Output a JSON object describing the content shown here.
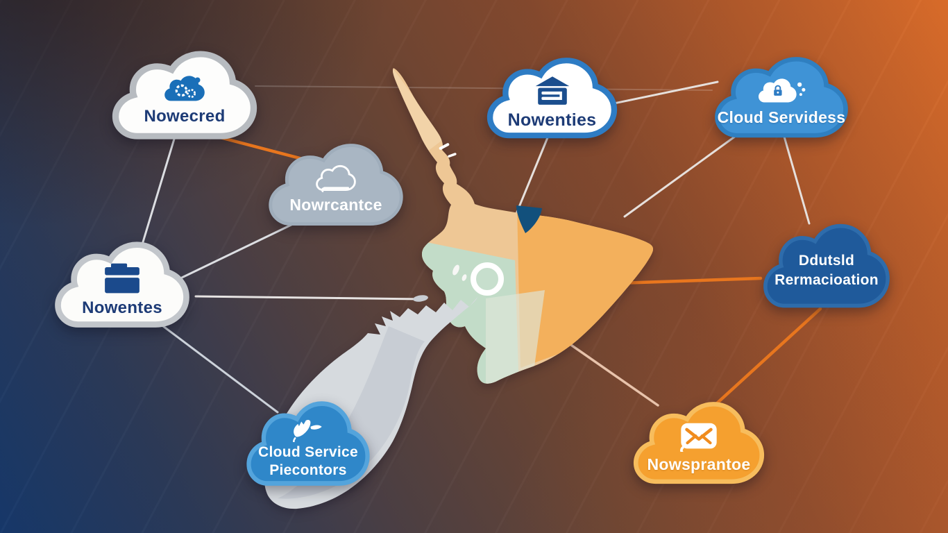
{
  "nodes": [
    {
      "id": "nowecred",
      "label": "Nowecred",
      "icon": "cloud-sync-gear-icon",
      "shape": "cloud",
      "fill": "#fdfdfc",
      "border": "#b7bbc0",
      "text_color": "#1d3b76"
    },
    {
      "id": "nowenties",
      "label": "Nowenties",
      "icon": "garage-home-icon",
      "shape": "cloud",
      "fill": "#ffffff",
      "border": "#2e7cc4",
      "text_color": "#1d3b76"
    },
    {
      "id": "cloud-servidess",
      "label": "Cloud Servidess",
      "icon": "cloud-lock-icon",
      "shape": "cloud",
      "fill": "#3f93d6",
      "border": "#2f7fc0",
      "text_color": "#ffffff"
    },
    {
      "id": "nowrcantce",
      "label": "Nowrcantce",
      "icon": "cloud-outline-icon",
      "shape": "cloud",
      "fill": "#a9b6c3",
      "border": "#9fadbb",
      "text_color": "#ffffff"
    },
    {
      "id": "nowentes",
      "label": "Nowentes",
      "icon": "archive-box-icon",
      "shape": "cloud",
      "fill": "#fcfcfa",
      "border": "#c2c6cb",
      "text_color": "#1d3b76"
    },
    {
      "id": "ddutsld-rermacioation",
      "lines": [
        "Ddutsld",
        "Rermacioation"
      ],
      "shape": "cloud",
      "fill": "#1f5a9b",
      "border": "#2e6cab",
      "text_color": "#ffffff"
    },
    {
      "id": "cloud-service-piecontors",
      "lines": [
        "Cloud Service",
        "Piecontors"
      ],
      "icon": "rocket-doodle-icon",
      "shape": "cloud",
      "fill": "#2f87c9",
      "border": "#54a4dc",
      "text_color": "#ffffff"
    },
    {
      "id": "nowsprantoe",
      "label": "Nowsprantoe",
      "icon": "envelope-icon",
      "shape": "cloud",
      "fill": "#f5a02f",
      "border": "#f7bd5d",
      "text_color": "#ffffff"
    }
  ],
  "connections": [
    {
      "from": "nowecred",
      "to": "nowrcantce",
      "color": "#e8761e"
    },
    {
      "from": "nowecred",
      "to": "cloud-servidess",
      "color": "rgba(255,255,255,0.18)"
    },
    {
      "from": "nowecred",
      "to": "nowentes",
      "color": "#dcdee2"
    },
    {
      "from": "nowrcantce",
      "to": "nowentes",
      "color": "#dcdee2"
    },
    {
      "from": "nowentes",
      "to": "cloud-service-piecontors",
      "color": "#ccd2da"
    },
    {
      "from": "nowentes",
      "to": "map-cook-strait",
      "color": "#e6e3e2"
    },
    {
      "from": "nowenties",
      "to": "map-location-ring",
      "color": "#e6e0dc"
    },
    {
      "from": "nowenties",
      "to": "cloud-servidess",
      "color": "#e6e0dc"
    },
    {
      "from": "cloud-servidess",
      "to": "map-east-cape",
      "color": "#e6e0dc"
    },
    {
      "from": "cloud-servidess",
      "to": "ddutsld-rermacioation",
      "color": "#e6e0dc"
    },
    {
      "from": "map-location-ring",
      "to": "ddutsld-rermacioation",
      "color": "#e8761e"
    },
    {
      "from": "ddutsld-rermacioation",
      "to": "nowsprantoe",
      "color": "#e8761e"
    },
    {
      "from": "map-location-ring",
      "to": "nowsprantoe",
      "color": "#e8c3ab"
    }
  ],
  "map": {
    "shape": "new-zealand",
    "north_island_colors": [
      "#eec795",
      "#f3ac52",
      "#c2dcc8"
    ],
    "south_island_color": "#d6dade",
    "lake_color": "#12507c",
    "marker": "white-ring"
  },
  "background": {
    "top_left": "#46302b",
    "top_right": "#d96a2a",
    "bottom_left": "#16386b",
    "bottom_right": "#8a4c2c"
  }
}
